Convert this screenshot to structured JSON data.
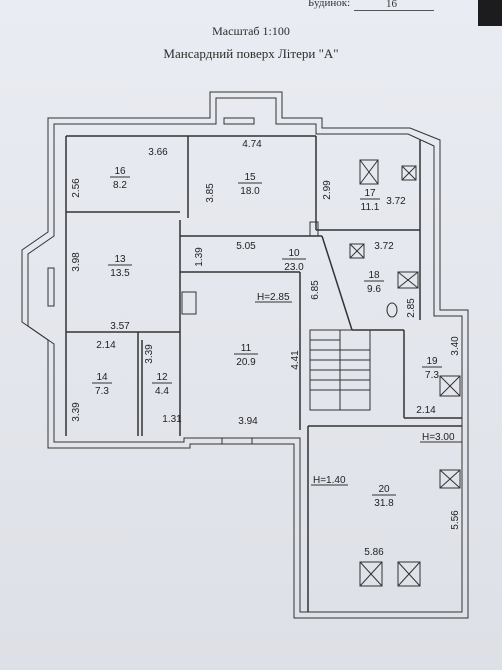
{
  "header": {
    "building_label": "Будинок:",
    "building_number": "16"
  },
  "titles": {
    "scale": "Масштаб 1:100",
    "floor": "Мансардний поверх Літери \"А\""
  },
  "rooms": [
    {
      "number": "16",
      "area": "8.2"
    },
    {
      "number": "15",
      "area": "18.0"
    },
    {
      "number": "17",
      "area": "11.1"
    },
    {
      "number": "13",
      "area": "13.5"
    },
    {
      "number": "10",
      "area": "23.0"
    },
    {
      "number": "18",
      "area": "9.6"
    },
    {
      "number": "11",
      "area": "20.9"
    },
    {
      "number": "14",
      "area": "7.3"
    },
    {
      "number": "12",
      "area": "4.4"
    },
    {
      "number": "19",
      "area": "7.3"
    },
    {
      "number": "20",
      "area": "31.8"
    }
  ],
  "dimensions": [
    "3.66",
    "4.74",
    "2.56",
    "3.85",
    "2.99",
    "3.72",
    "3.98",
    "5.05",
    "3.72",
    "1.39",
    "6.85",
    "2.85",
    "3.57",
    "2.14",
    "3.39",
    "3.39",
    "1.31",
    "4.41",
    "3.94",
    "3.40",
    "2.14",
    "5.56",
    "5.86"
  ],
  "heights": [
    "H=2.85",
    "H=3.00",
    "H=1.40"
  ]
}
